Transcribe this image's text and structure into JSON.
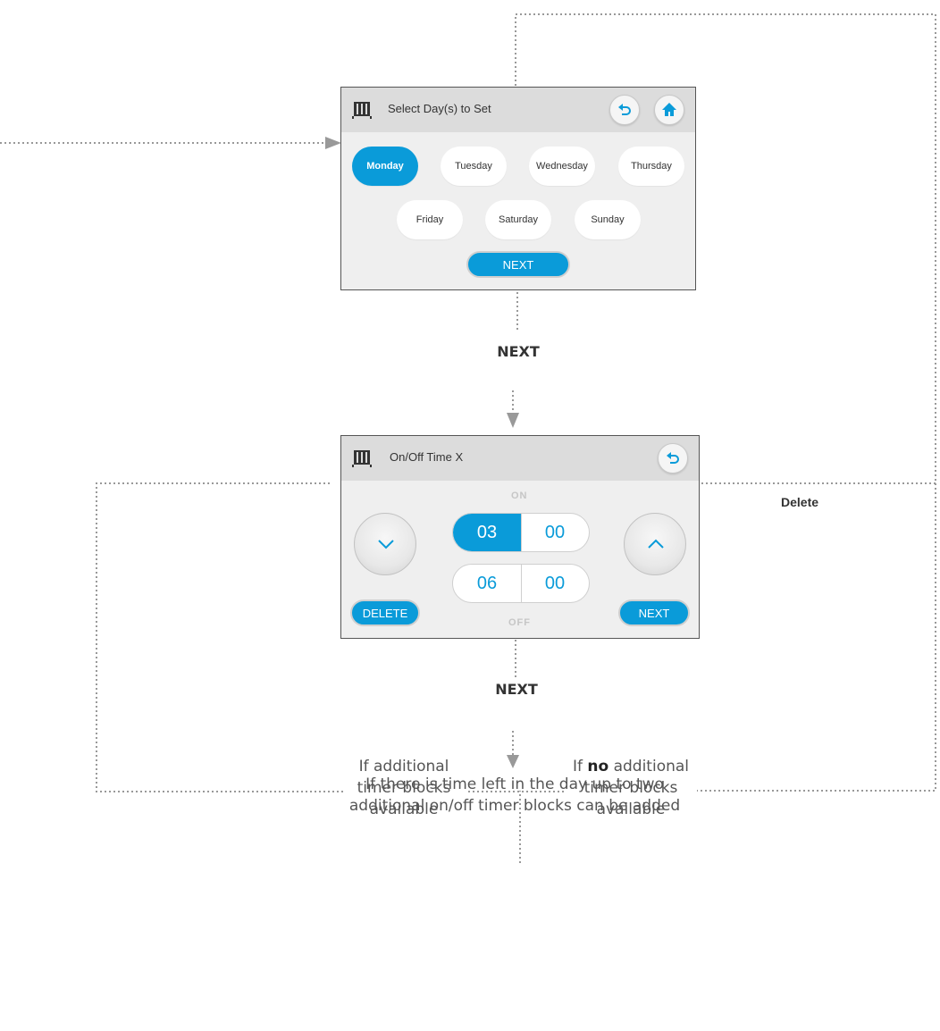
{
  "colors": {
    "accent": "#0a9bd9",
    "connector": "#999999"
  },
  "screen1": {
    "title": "Select Day(s) to Set",
    "icons": [
      "radiator-icon",
      "back-icon",
      "home-icon"
    ],
    "days": [
      {
        "label": "Monday",
        "selected": true
      },
      {
        "label": "Tuesday",
        "selected": false
      },
      {
        "label": "Wednesday",
        "selected": false
      },
      {
        "label": "Thursday",
        "selected": false
      },
      {
        "label": "Friday",
        "selected": false
      },
      {
        "label": "Saturday",
        "selected": false
      },
      {
        "label": "Sunday",
        "selected": false
      }
    ],
    "next_label": "NEXT"
  },
  "flow1_label": "NEXT",
  "screen2": {
    "title": "On/Off Time X",
    "icons": [
      "radiator-icon",
      "back-icon",
      "chevron-down-icon",
      "chevron-up-icon"
    ],
    "on_label": "ON",
    "off_label": "OFF",
    "on_hour": "03",
    "on_minute": "00",
    "off_hour": "06",
    "off_minute": "00",
    "delete_label": "DELETE",
    "next_label": "NEXT"
  },
  "delete_label": "Delete",
  "flow2_label": "NEXT",
  "note_text": "If there is time left in the day up to two additional on/off timer blocks can be added",
  "branch_yes": "If additional timer blocks available",
  "branch_no": {
    "prefix": "If ",
    "emph": "no",
    "rest": "additional timer blocks available"
  }
}
